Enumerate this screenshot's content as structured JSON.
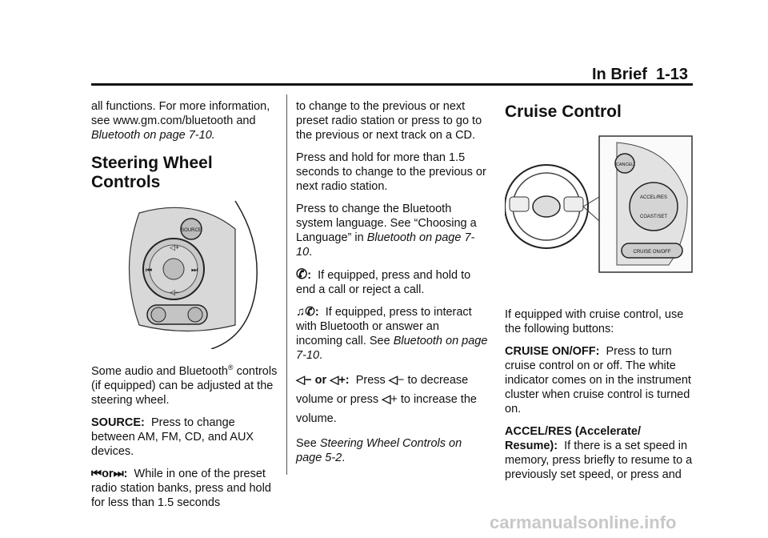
{
  "header": {
    "section": "In Brief",
    "page": "1-13"
  },
  "col1": {
    "intro": "all functions. For more information, see www.gm.com/bluetooth and",
    "intro_ref": "Bluetooth on page 7-10.",
    "heading": "Steering Wheel Controls",
    "para_a": "Some audio and Bluetooth",
    "para_reg": "®",
    "para_b": " controls (if equipped) can be adjusted at the steering wheel.",
    "source_label": "SOURCE:",
    "source_text": "Press to change between AM, FM, CD, and AUX devices.",
    "seek_or": "or",
    "seek_text": "While in one of the preset radio station banks, press and hold for less than 1.5 seconds",
    "fig_labels": {
      "source": "SOURCE"
    }
  },
  "col2": {
    "p1": "to change to the previous or next preset radio station or press to go to the previous or next track on a CD.",
    "p2": "Press and hold for more than 1.5 seconds to change to the previous or next radio station.",
    "p3a": "Press to change the Bluetooth system language. See “Choosing a Language” in",
    "p3ref": "Bluetooth on page 7-10",
    "p4": "If equipped, press and hold to end a call or reject a call.",
    "p5a": "If equipped, press to interact with Bluetooth or answer an incoming call. See",
    "p5ref": "Bluetooth on page 7-10",
    "vol_minus": "− or",
    "vol_plus": "+:",
    "vol_text_a": "Press",
    "vol_text_b": "− to decrease volume or press",
    "vol_text_c": "+ to increase the volume.",
    "see": "See",
    "see_ref": "Steering Wheel Controls on page 5-2"
  },
  "col3": {
    "heading": "Cruise Control",
    "intro": "If equipped with cruise control, use the following buttons:",
    "cruise_label": "CRUISE ON/OFF:",
    "cruise_text": "Press to turn cruise control on or off. The white indicator comes on in the instrument cluster when cruise control is turned on.",
    "accel_label": "ACCEL/RES (Accelerate/ Resume):",
    "accel_text": "If there is a set speed in memory, press briefly to resume to a previously set speed, or press and",
    "fig_labels": {
      "cancel": "CANCEL",
      "accel": "ACCEL/RES",
      "coast": "COAST/SET",
      "cruise": "CRUISE ON/OFF"
    }
  },
  "watermark": "carmanualsonline.info"
}
